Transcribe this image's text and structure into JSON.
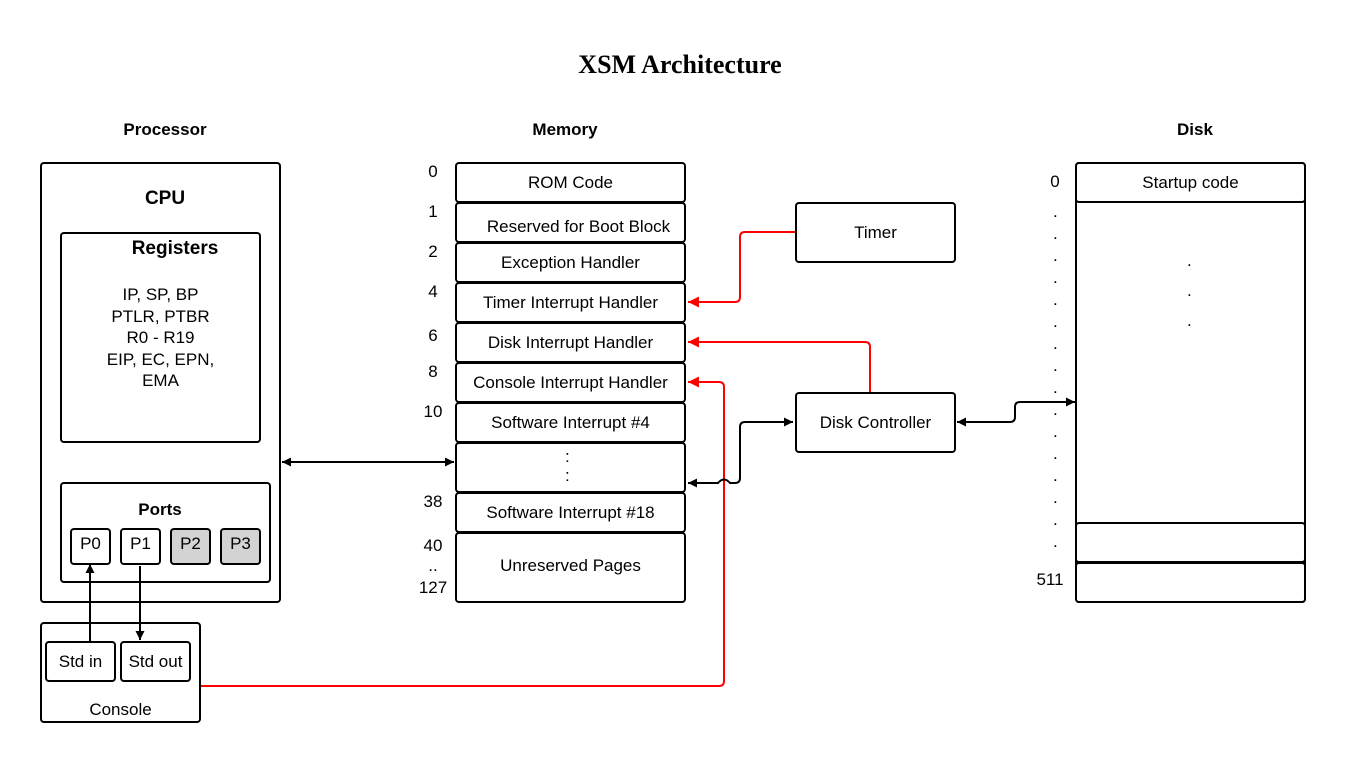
{
  "title": "XSM Architecture",
  "processor": {
    "heading": "Processor",
    "cpu_label": "CPU",
    "registers_label": "Registers",
    "register_lines": [
      "IP, SP, BP",
      "PTLR, PTBR",
      "R0 - R19",
      "EIP, EC, EPN,",
      "EMA"
    ],
    "ports_label": "Ports",
    "ports": [
      "P0",
      "P1",
      "P2",
      "P3"
    ]
  },
  "console": {
    "label": "Console",
    "std_in": "Std in",
    "std_out": "Std out"
  },
  "memory": {
    "heading": "Memory",
    "blocks": [
      {
        "addr": "0",
        "label": "ROM Code"
      },
      {
        "addr": "1",
        "label": "Reserved for Boot Block"
      },
      {
        "addr": "2",
        "label": "Exception Handler"
      },
      {
        "addr": "4",
        "label": "Timer Interrupt Handler"
      },
      {
        "addr": "6",
        "label": "Disk Interrupt Handler"
      },
      {
        "addr": "8",
        "label": "Console Interrupt Handler"
      },
      {
        "addr": "10",
        "label": "Software Interrupt #4"
      },
      {
        "addr": "38",
        "label": "Software Interrupt #18"
      },
      {
        "addr": "40",
        "label": "Unreserved Pages"
      }
    ],
    "range_mid": "..",
    "range_end": "127",
    "ellipsis": ":"
  },
  "timer": {
    "label": "Timer"
  },
  "disk_controller": {
    "label": "Disk Controller"
  },
  "disk": {
    "heading": "Disk",
    "first_addr": "0",
    "first_label": "Startup code",
    "last_addr": "511",
    "dot": "."
  },
  "colors": {
    "interrupt_line": "#ff0000",
    "port_inactive": "#d3d3d3",
    "line": "#000000"
  }
}
